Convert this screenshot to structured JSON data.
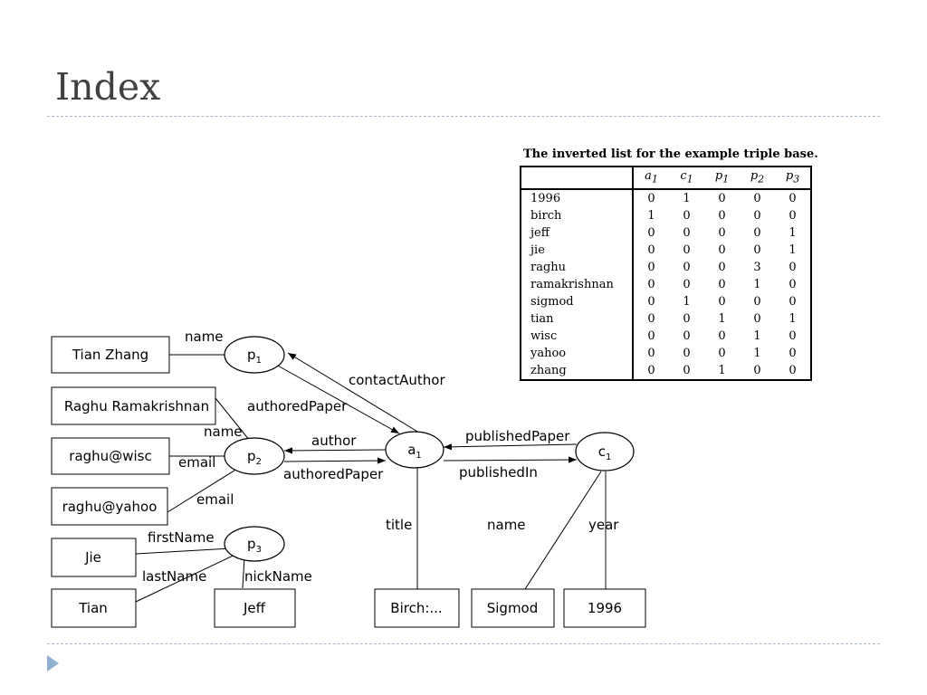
{
  "slide": {
    "title": "Index"
  },
  "inverted_list": {
    "caption": "The inverted list for the example triple base.",
    "columns": [
      "a1",
      "c1",
      "p1",
      "p2",
      "p3"
    ],
    "rows": [
      {
        "term": "1996",
        "values": [
          "0",
          "1",
          "0",
          "0",
          "0"
        ]
      },
      {
        "term": "birch",
        "values": [
          "1",
          "0",
          "0",
          "0",
          "0"
        ]
      },
      {
        "term": "jeff",
        "values": [
          "0",
          "0",
          "0",
          "0",
          "1"
        ]
      },
      {
        "term": "jie",
        "values": [
          "0",
          "0",
          "0",
          "0",
          "1"
        ]
      },
      {
        "term": "raghu",
        "values": [
          "0",
          "0",
          "0",
          "3",
          "0"
        ]
      },
      {
        "term": "ramakrishnan",
        "values": [
          "0",
          "0",
          "0",
          "1",
          "0"
        ]
      },
      {
        "term": "sigmod",
        "values": [
          "0",
          "1",
          "0",
          "0",
          "0"
        ]
      },
      {
        "term": "tian",
        "values": [
          "0",
          "0",
          "1",
          "0",
          "1"
        ]
      },
      {
        "term": "wisc",
        "values": [
          "0",
          "0",
          "0",
          "1",
          "0"
        ]
      },
      {
        "term": "yahoo",
        "values": [
          "0",
          "0",
          "0",
          "1",
          "0"
        ]
      },
      {
        "term": "zhang",
        "values": [
          "0",
          "0",
          "1",
          "0",
          "0"
        ]
      }
    ]
  },
  "graph": {
    "nodes": {
      "p1": {
        "base": "p",
        "sub": "1"
      },
      "p2": {
        "base": "p",
        "sub": "2"
      },
      "p3": {
        "base": "p",
        "sub": "3"
      },
      "a1": {
        "base": "a",
        "sub": "1"
      },
      "c1": {
        "base": "c",
        "sub": "1"
      }
    },
    "literals": {
      "tian_zhang": "Tian Zhang",
      "raghu_ramakrishnan": "Raghu Ramakrishnan",
      "raghu_wisc": "raghu@wisc",
      "raghu_yahoo": "raghu@yahoo",
      "jie": "Jie",
      "tian": "Tian",
      "jeff": "Jeff",
      "birch": "Birch:...",
      "sigmod": "Sigmod",
      "year_1996": "1996"
    },
    "edge_labels": {
      "p1_name": "name",
      "contact_author": "contactAuthor",
      "authored_paper_p1": "authoredPaper",
      "p2_name": "name",
      "author": "author",
      "p2_email_wisc": "email",
      "authored_paper_p2": "authoredPaper",
      "p2_email_yahoo": "email",
      "first_name": "firstName",
      "last_name": "lastName",
      "nick_name": "nickName",
      "published_paper": "publishedPaper",
      "published_in": "publishedIn",
      "title": "title",
      "c1_name": "name",
      "year": "year"
    }
  }
}
